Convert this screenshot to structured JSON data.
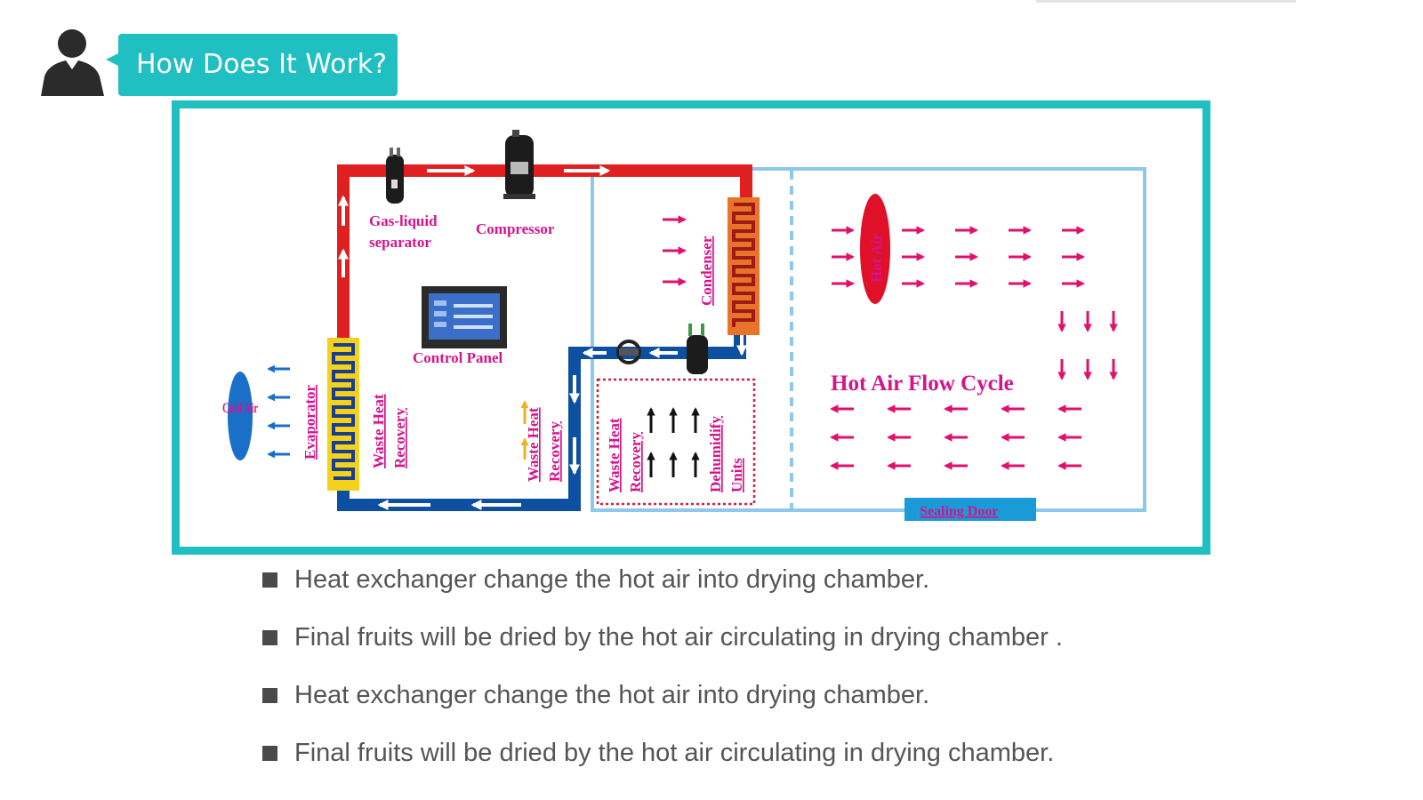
{
  "header": {
    "title": "How Does It Work?"
  },
  "diagram": {
    "labels": {
      "gas_liquid_separator_line1": "Gas-liquid",
      "gas_liquid_separator_line2": "separator",
      "compressor": "Compressor",
      "control_panel": "Control Panel",
      "condenser": "Condenser",
      "hot_air": "Hot Air",
      "cold_air": "Cold Air",
      "evaporator": "Evaporator",
      "waste_heat_recovery_left_1": "Waste Heat",
      "waste_heat_recovery_left_2": "Recovery",
      "waste_heat_recovery_mid_1": "Waste Heat",
      "waste_heat_recovery_mid_2": "Recovery",
      "waste_heat_recovery_box_1": "Waste Heat",
      "waste_heat_recovery_box_2": "Recovery",
      "dehumidify_1": "Dehumidify",
      "dehumidify_2": "Units",
      "hot_air_flow_cycle": "Hot Air Flow Cycle",
      "sealing_door": "Sealing Door"
    },
    "colors": {
      "accent": "#1fbfc2",
      "hot_pipe": "#e02020",
      "cold_pipe": "#0d4fa0",
      "chamber": "#8ec8ea",
      "label": "#d4148c",
      "arrow": "#e0106c",
      "coil_hot": "#e8742a",
      "coil_cold": "#f5d21a",
      "oval_hot": "#e01028",
      "oval_cold": "#1a6fc8",
      "door": "#1a9ad6"
    }
  },
  "bullets": [
    "Heat exchanger change the hot air into drying chamber.",
    "Final fruits will be dried by the hot air circulating in drying chamber .",
    "Heat exchanger change the hot air into drying chamber.",
    "Final fruits will be dried by the hot air circulating in drying chamber."
  ]
}
